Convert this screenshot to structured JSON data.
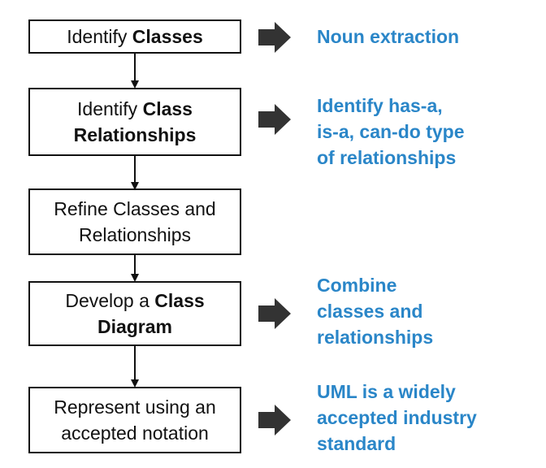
{
  "steps": [
    {
      "lines": [
        [
          {
            "t": "Identify "
          },
          {
            "t": "Classes",
            "b": true
          }
        ]
      ]
    },
    {
      "lines": [
        [
          {
            "t": "Identify "
          },
          {
            "t": "Class",
            "b": true
          }
        ],
        [
          {
            "t": "Relationships",
            "b": true
          }
        ]
      ]
    },
    {
      "lines": [
        [
          {
            "t": "Refine Classes and"
          }
        ],
        [
          {
            "t": "Relationships"
          }
        ]
      ]
    },
    {
      "lines": [
        [
          {
            "t": "Develop a "
          },
          {
            "t": "Class",
            "b": true
          }
        ],
        [
          {
            "t": "Diagram",
            "b": true
          }
        ]
      ]
    },
    {
      "lines": [
        [
          {
            "t": "Represent using an"
          }
        ],
        [
          {
            "t": "accepted notation"
          }
        ]
      ]
    }
  ],
  "notes": [
    {
      "step": 0,
      "lines": [
        "Noun extraction"
      ]
    },
    {
      "step": 1,
      "lines": [
        "Identify has-a,",
        "is-a, can-do type",
        "of relationships"
      ]
    },
    {
      "step": 3,
      "lines": [
        "Combine",
        "classes and",
        "relationships"
      ]
    },
    {
      "step": 4,
      "lines": [
        "UML is a widely",
        "accepted industry",
        "standard"
      ]
    }
  ],
  "colors": {
    "note_text": "#2a86c8",
    "box_border": "#111111",
    "block_arrow": "#333333"
  }
}
